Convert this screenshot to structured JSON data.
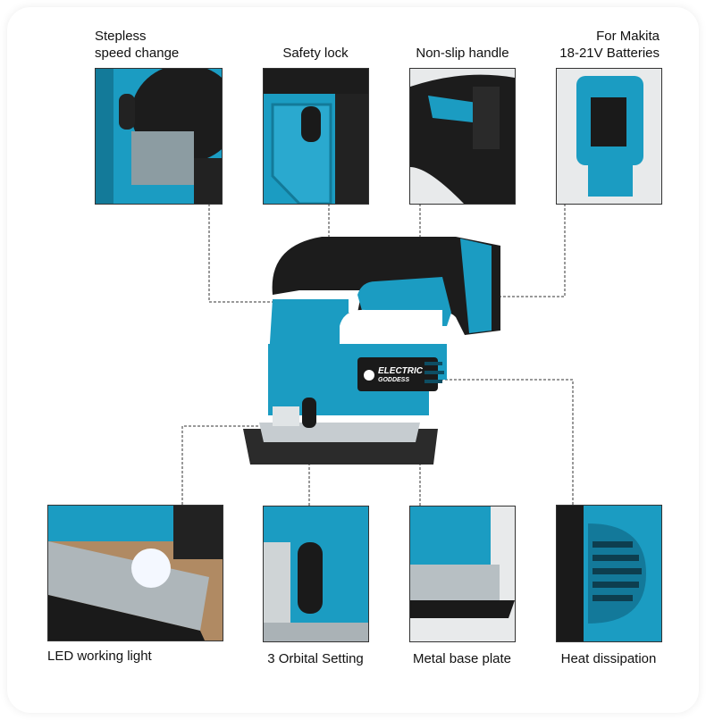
{
  "features_top": [
    {
      "line1": "Stepless",
      "line2": "speed change"
    },
    {
      "line1": "Safety lock"
    },
    {
      "line1": "Non-slip handle"
    },
    {
      "line1": "For Makita",
      "line2": "18-21V Batteries"
    }
  ],
  "features_bottom": [
    {
      "label": "LED working light"
    },
    {
      "label": "3 Orbital Setting"
    },
    {
      "label": "Metal base plate"
    },
    {
      "label": "Heat dissipation"
    }
  ],
  "brand": {
    "line1": "ELECTRIC",
    "line2": "GODDESS"
  },
  "colors": {
    "tool_blue": "#1b9cc2",
    "tool_black": "#1c1c1c",
    "leader_line": "#333333"
  }
}
